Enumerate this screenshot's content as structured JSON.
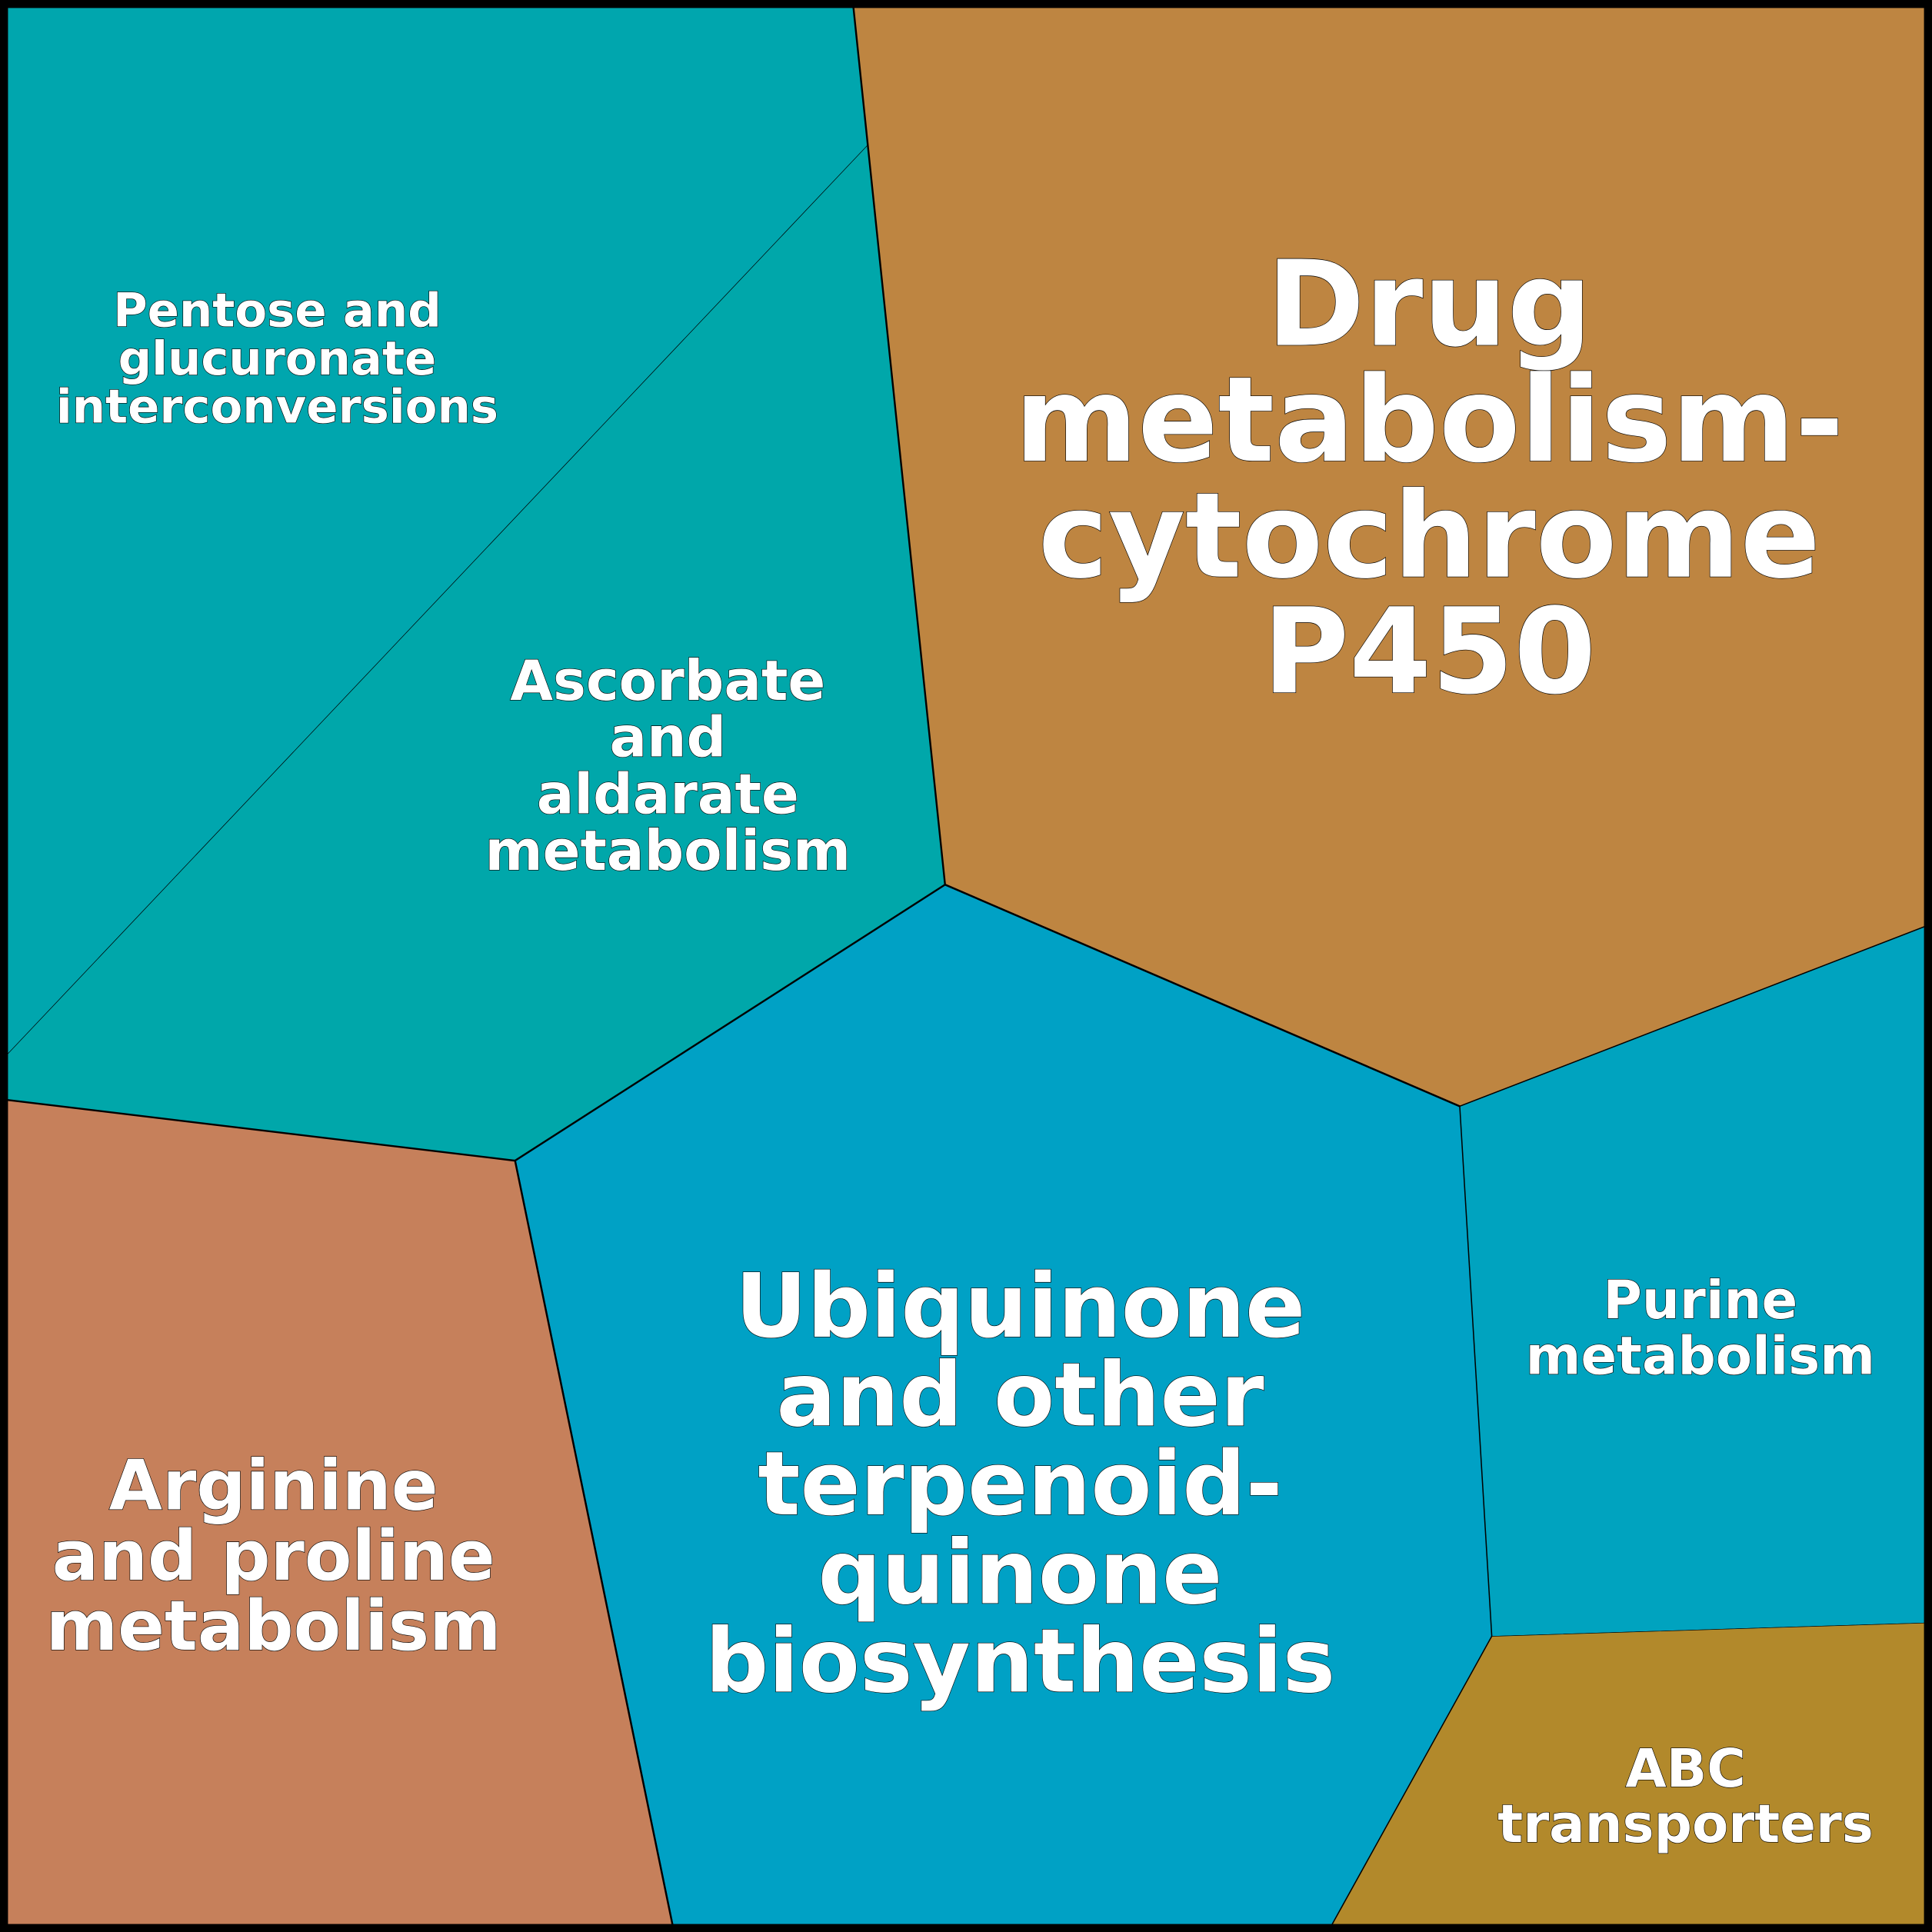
{
  "title": "Voronoi treemap of KEGG pathways",
  "cells": [
    {
      "name": "pentose",
      "label_lines": [
        "Pentose and",
        "glucuronate",
        "interconversions"
      ],
      "color": "#00A6AE"
    },
    {
      "name": "ascorbate",
      "label_lines": [
        "Ascorbate",
        "and",
        "aldarate",
        "metabolism"
      ],
      "color": "#00A7AA"
    },
    {
      "name": "drug-metabolism",
      "label_lines": [
        "Drug",
        "metabolism-",
        "cytochrome",
        "P450"
      ],
      "color": "#BE8541"
    },
    {
      "name": "ubiquinone",
      "label_lines": [
        "Ubiquinone",
        "and other",
        "terpenoid-",
        "quinone",
        "biosynthesis"
      ],
      "color": "#00A1C5"
    },
    {
      "name": "purine",
      "label_lines": [
        "Purine",
        "metabolism"
      ],
      "color": "#00A3BF"
    },
    {
      "name": "abc-transporters",
      "label_lines": [
        "ABC",
        "transporters"
      ],
      "color": "#B2892B"
    },
    {
      "name": "arginine",
      "label_lines": [
        "Arginine",
        "and proline",
        "metabolism"
      ],
      "color": "#C6805B"
    }
  ]
}
